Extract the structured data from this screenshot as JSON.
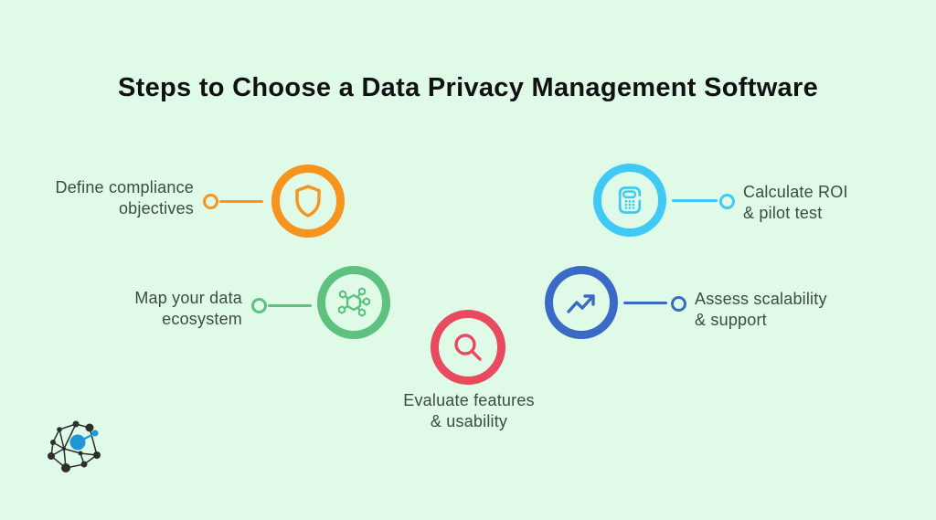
{
  "title": "Steps to Choose a Data Privacy Management Software",
  "steps": [
    {
      "label_line1": "Define compliance",
      "label_line2": "objectives",
      "icon": "shield-icon",
      "color": "#f7941e"
    },
    {
      "label_line1": "Map your data",
      "label_line2": "ecosystem",
      "icon": "network-icon",
      "color": "#5ec180"
    },
    {
      "label_line1": "Evaluate features",
      "label_line2": "& usability",
      "icon": "magnifier-icon",
      "color": "#e84a5f"
    },
    {
      "label_line1": "Assess scalability",
      "label_line2": "& support",
      "icon": "trending-up-icon",
      "color": "#3b69c6"
    },
    {
      "label_line1": "Calculate ROI",
      "label_line2": "& pilot test",
      "icon": "calculator-icon",
      "color": "#41c9f5"
    }
  ],
  "colors": {
    "background": "#dffae7",
    "title_text": "#111111",
    "label_text": "#3e4b44",
    "logo_dark": "#2e2e2e",
    "logo_accent": "#1d97d5"
  },
  "logo": "network-graph-logo"
}
